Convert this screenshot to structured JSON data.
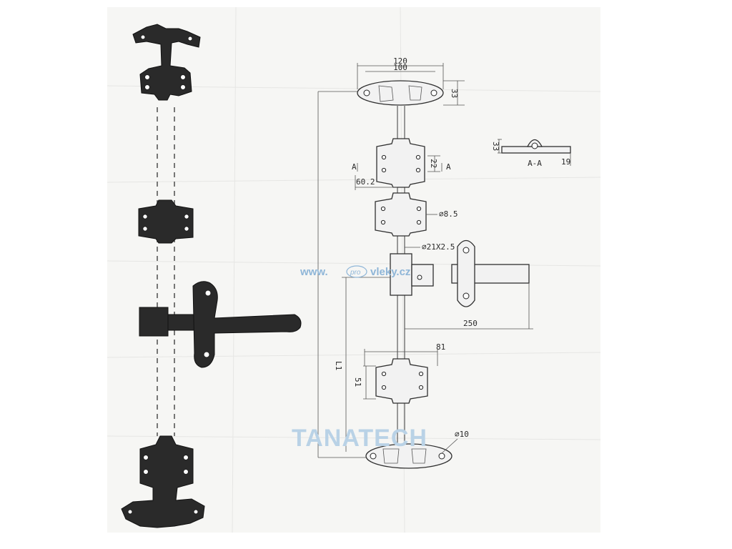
{
  "drawing": {
    "dimensions": {
      "width_120": "120",
      "width_100": "100",
      "height_33": "33",
      "section_33": "33",
      "section_19": "19",
      "section_label": "A-A",
      "section_mark_left": "A",
      "section_mark_right": "A",
      "offset_60_2": "60.2",
      "height_22": "22",
      "hole_8_5": "⌀8.5",
      "tube_21x2_5": "⌀21X2.5",
      "handle_250": "250",
      "width_81": "81",
      "height_51": "51",
      "length_l1": "L1",
      "hole_10": "⌀10"
    }
  },
  "watermarks": {
    "url_left": "www.",
    "url_pro": "pro",
    "url_right": "vleky.cz",
    "brand": "TANATECH"
  },
  "colors": {
    "paper": "#f6f6f4",
    "ink": "#2a2a2a",
    "watermark": "#8fb6d8"
  }
}
